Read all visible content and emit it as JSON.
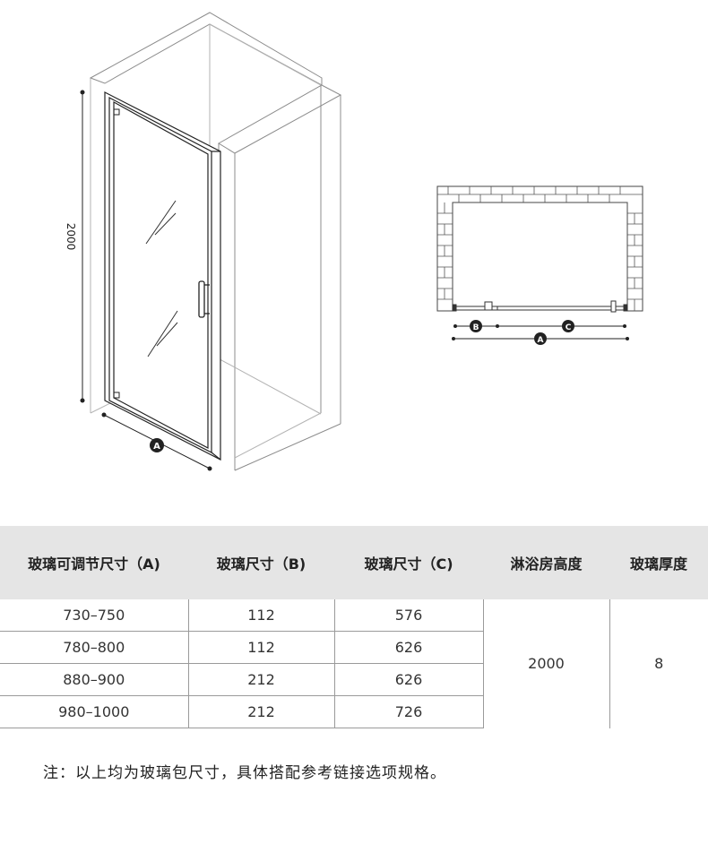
{
  "diagram": {
    "height_label": "2000",
    "marker_a": "A",
    "marker_b": "B",
    "marker_c": "C"
  },
  "table": {
    "headers": [
      "玻璃可调节尺寸（A)",
      "玻璃尺寸（B)",
      "玻璃尺寸（C)",
      "淋浴房高度",
      "玻璃厚度"
    ],
    "rows": [
      {
        "a": "730–750",
        "b": "112",
        "c": "576"
      },
      {
        "a": "780–800",
        "b": "112",
        "c": "626"
      },
      {
        "a": "880–900",
        "b": "212",
        "c": "626"
      },
      {
        "a": "980–1000",
        "b": "212",
        "c": "726"
      }
    ],
    "height": "2000",
    "thickness": "8"
  },
  "note": "注：以上均为玻璃包尺寸，具体搭配参考链接选项规格。"
}
